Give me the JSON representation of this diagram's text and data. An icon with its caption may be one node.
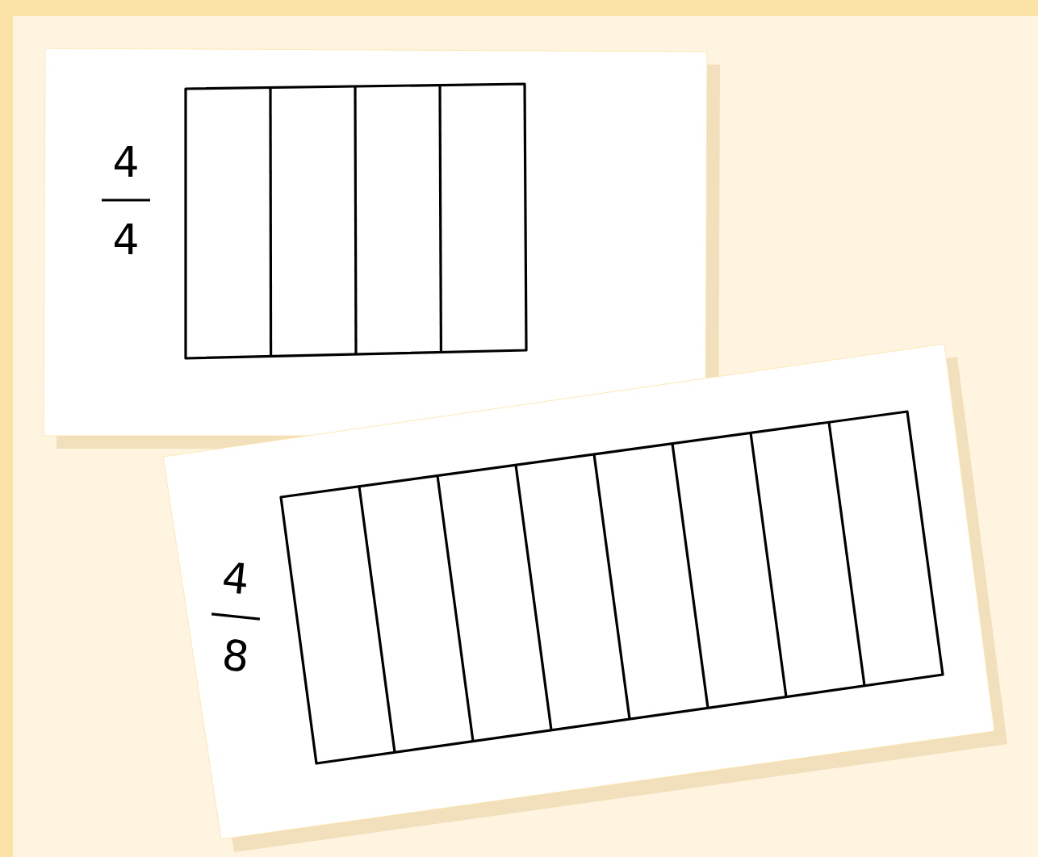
{
  "diagram": {
    "labels": [
      "4",
      "4",
      "4",
      "8"
    ]
  }
}
